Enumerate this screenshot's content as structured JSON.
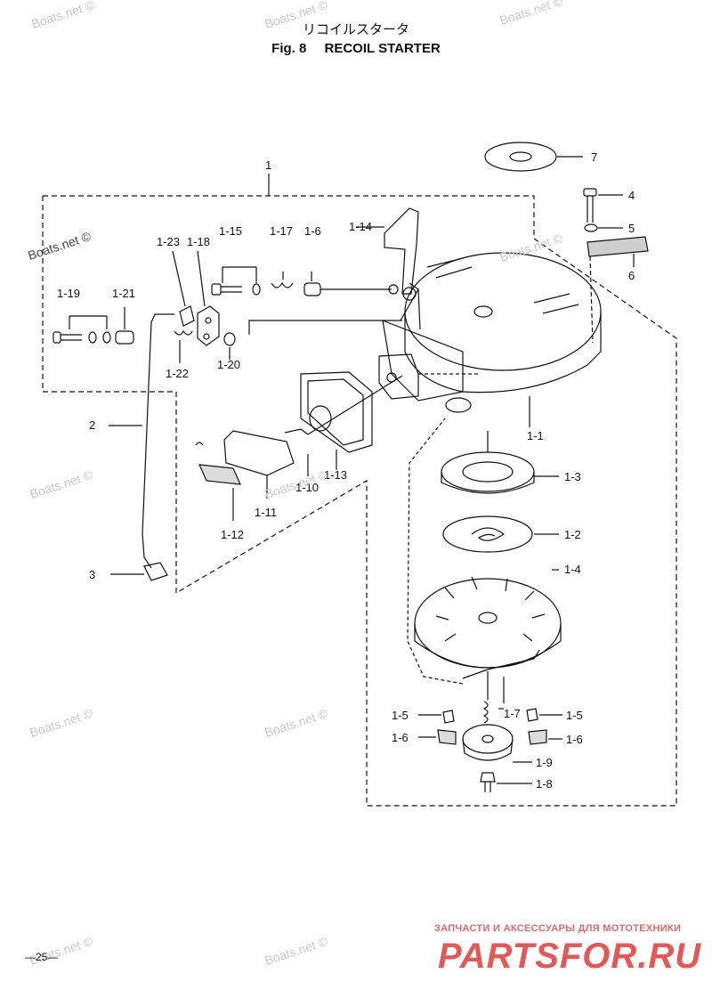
{
  "header": {
    "title_jp": "リコイルスタータ",
    "fig_label": "Fig. 8",
    "fig_title": "RECOIL STARTER"
  },
  "watermark": "Boats.net ©",
  "page_number": "—25—",
  "brand": {
    "tagline": "ЗАПЧАСТИ И АКСЕССУАРЫ ДЛЯ МОТОТЕХНИКИ",
    "logo": "PARTSFOR.RU",
    "color": "#e05a5a"
  },
  "callouts": {
    "c1": "1",
    "c2": "2",
    "c3": "3",
    "c4": "4",
    "c5": "5",
    "c6": "6",
    "c7": "7",
    "c1_1": "1-1",
    "c1_2": "1-2",
    "c1_3": "1-3",
    "c1_4": "1-4",
    "c1_5a": "1-5",
    "c1_5b": "1-5",
    "c1_6a": "1-6",
    "c1_6b": "1-6",
    "c1_6c": "1-6",
    "c1_7": "1-7",
    "c1_8": "1-8",
    "c1_9": "1-9",
    "c1_10": "1-10",
    "c1_11": "1-11",
    "c1_12": "1-12",
    "c1_13": "1-13",
    "c1_14": "1-14",
    "c1_15": "1-15",
    "c1_17": "1-17",
    "c1_18": "1-18",
    "c1_19": "1-19",
    "c1_20": "1-20",
    "c1_21": "1-21",
    "c1_22": "1-22",
    "c1_23": "1-23"
  }
}
